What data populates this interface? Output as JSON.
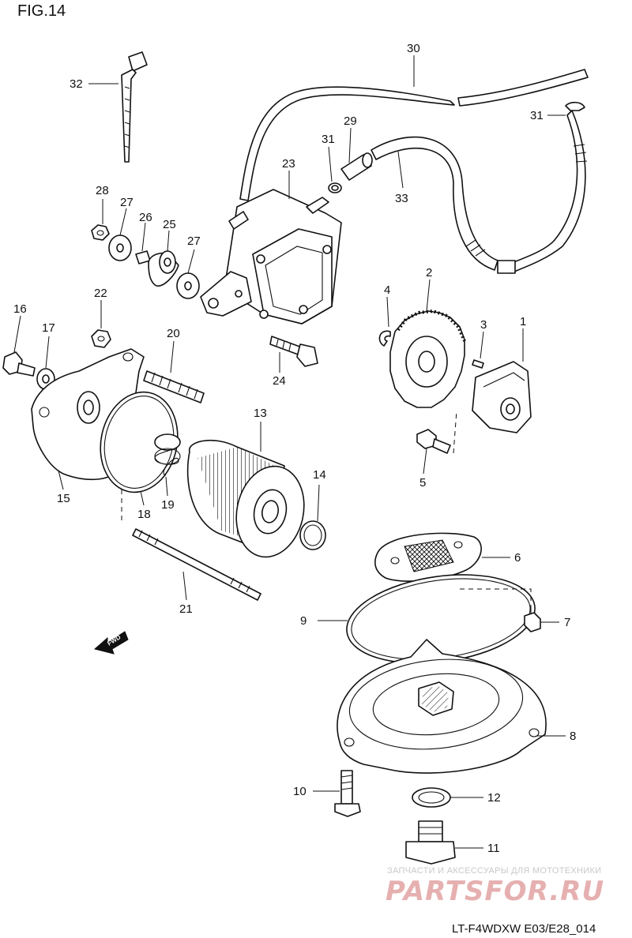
{
  "figure": {
    "title": "FIG.14",
    "code": "LT-F4WDXW E03/E28_014"
  },
  "watermark": {
    "tagline": "ЗАПЧАСТИ И АКСЕССУАРЫ ДЛЯ МОТОТЕХНИКИ",
    "brand": "PARTSFOR.RU"
  },
  "fwd_label": "FWD",
  "callouts": {
    "c1": "1",
    "c2": "2",
    "c3": "3",
    "c4": "4",
    "c5": "5",
    "c6": "6",
    "c7": "7",
    "c8": "8",
    "c9": "9",
    "c10": "10",
    "c11": "11",
    "c12": "12",
    "c13": "13",
    "c14": "14",
    "c15": "15",
    "c16": "16",
    "c17": "17",
    "c18": "18",
    "c19": "19",
    "c20": "20",
    "c21": "21",
    "c22": "22",
    "c23": "23",
    "c24": "24",
    "c25": "25",
    "c26": "26",
    "c27a": "27",
    "c27b": "27",
    "c28": "28",
    "c29": "29",
    "c30": "30",
    "c31a": "31",
    "c31b": "31",
    "c32": "32",
    "c33": "33"
  },
  "colors": {
    "line": "#111111",
    "background": "#ffffff",
    "watermark_brand": "#e6b0b0",
    "watermark_tagline": "#c9c9c9"
  }
}
